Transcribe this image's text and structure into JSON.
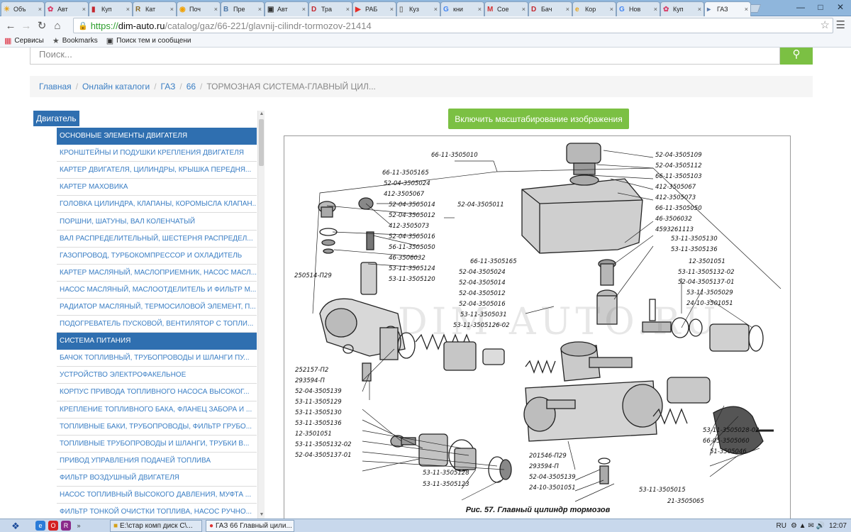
{
  "browser": {
    "tabs": [
      {
        "label": "Объ",
        "icon": "sun-icon",
        "color": "#e8a319"
      },
      {
        "label": "Авт",
        "icon": "flower-icon",
        "color": "#d83f6a"
      },
      {
        "label": "Куп",
        "icon": "pin-icon",
        "color": "#c4262e"
      },
      {
        "label": "Кат",
        "icon": "r-icon",
        "color": "#8a6b2a"
      },
      {
        "label": "Поч",
        "icon": "mail-icon",
        "color": "#f0a000"
      },
      {
        "label": "Пре",
        "icon": "vk-icon",
        "color": "#4a76a8"
      },
      {
        "label": "Авт",
        "icon": "car-icon",
        "color": "#333333"
      },
      {
        "label": "Тра",
        "icon": "d-icon",
        "color": "#c4262e"
      },
      {
        "label": "РАБ",
        "icon": "youtube-icon",
        "color": "#e52d27"
      },
      {
        "label": "Куз",
        "icon": "doc-icon",
        "color": "#777777"
      },
      {
        "label": "кни",
        "icon": "google-icon",
        "color": "#4285f4"
      },
      {
        "label": "Сое",
        "icon": "m-icon",
        "color": "#d32f2f"
      },
      {
        "label": "Бач",
        "icon": "d-icon",
        "color": "#c4262e"
      },
      {
        "label": "Кор",
        "icon": "e-icon",
        "color": "#e8a319"
      },
      {
        "label": "Нов",
        "icon": "google-icon",
        "color": "#4285f4"
      },
      {
        "label": "Куп",
        "icon": "flower-icon",
        "color": "#d83f6a"
      },
      {
        "label": "ГАЗ",
        "icon": "page-icon",
        "color": "#5577aa",
        "active": true
      }
    ],
    "url": {
      "scheme": "https://",
      "host": "dim-auto.ru",
      "path": "/catalog/gaz/66-221/glavnij-cilindr-tormozov-21414"
    },
    "bookmarks": [
      {
        "label": "Сервисы",
        "icon": "apps-icon"
      },
      {
        "label": "Bookmarks",
        "icon": "star-icon"
      },
      {
        "label": "Поиск тем и сообщени",
        "icon": "forum-icon"
      }
    ]
  },
  "page": {
    "search": {
      "placeholder": "Поиск..."
    },
    "breadcrumb": {
      "items": [
        "Главная",
        "Онлайн каталоги",
        "ГАЗ",
        "66"
      ],
      "current": "ТОРМОЗНАЯ СИСТЕМА-ГЛАВНЫЙ ЦИЛ..."
    },
    "sidebar": {
      "header": "Двигатель",
      "items": [
        {
          "label": "ОСНОВНЫЕ ЭЛЕМЕНТЫ ДВИГАТЕЛЯ",
          "section": true
        },
        {
          "label": "КРОНШТЕЙНЫ И ПОДУШКИ КРЕПЛЕНИЯ ДВИГАТЕЛЯ"
        },
        {
          "label": "КАРТЕР ДВИГАТЕЛЯ, ЦИЛИНДРЫ, КРЫШКА ПЕРЕДНЯ..."
        },
        {
          "label": "КАРТЕР МАХОВИКА"
        },
        {
          "label": "ГОЛОВКА ЦИЛИНДРА, КЛАПАНЫ, КОРОМЫСЛА КЛАПАН..."
        },
        {
          "label": "ПОРШНИ, ШАТУНЫ, ВАЛ КОЛЕНЧАТЫЙ"
        },
        {
          "label": "ВАЛ РАСПРЕДЕЛИТЕЛЬНЫЙ, ШЕСТЕРНЯ РАСПРЕДЕЛ..."
        },
        {
          "label": "ГАЗОПРОВОД, ТУРБОКОМПРЕССОР И ОХЛАДИТЕЛЬ"
        },
        {
          "label": "КАРТЕР МАСЛЯНЫЙ, МАСЛОПРИЕМНИК, НАСОС МАСЛ..."
        },
        {
          "label": "НАСОС МАСЛЯНЫЙ, МАСЛООТДЕЛИТЕЛЬ И ФИЛЬТР М..."
        },
        {
          "label": "РАДИАТОР МАСЛЯНЫЙ, ТЕРМОСИЛОВОЙ ЭЛЕМЕНТ, П..."
        },
        {
          "label": "ПОДОГРЕВАТЕЛЬ ПУСКОВОЙ, ВЕНТИЛЯТОР С ТОПЛИ..."
        },
        {
          "label": "СИСТЕМА ПИТАНИЯ",
          "section": true
        },
        {
          "label": "БАЧОК ТОПЛИВНЫЙ, ТРУБОПРОВОДЫ И ШЛАНГИ ПУ..."
        },
        {
          "label": "УСТРОЙСТВО ЭЛЕКТРОФАКЕЛЬНОЕ"
        },
        {
          "label": "КОРПУС ПРИВОДА ТОПЛИВНОГО НАСОСА ВЫСОКОГ..."
        },
        {
          "label": "КРЕПЛЕНИЕ ТОПЛИВНОГО БАКА, ФЛАНЕЦ ЗАБОРА И ..."
        },
        {
          "label": "ТОПЛИВНЫЕ БАКИ, ТРУБОПРОВОДЫ, ФИЛЬТР ГРУБО..."
        },
        {
          "label": "ТОПЛИВНЫЕ ТРУБОПРОВОДЫ И ШЛАНГИ, ТРУБКИ В..."
        },
        {
          "label": "ПРИВОД УПРАВЛЕНИЯ ПОДАЧЕЙ ТОПЛИВА"
        },
        {
          "label": "ФИЛЬТР ВОЗДУШНЫЙ ДВИГАТЕЛЯ"
        },
        {
          "label": "НАСОС ТОПЛИВНЫЙ ВЫСОКОГО ДАВЛЕНИЯ, МУФТА ..."
        },
        {
          "label": "ФИЛЬТР ТОНКОЙ ОЧИСТКИ ТОПЛИВА, НАСОС РУЧНО..."
        }
      ]
    },
    "zoom_button": "Включить масштабирование изображения",
    "diagram": {
      "caption": "Рис. 57.  Главный цилиндр тормозов",
      "watermark": "DIM-AUTO.RU",
      "labels": [
        "66-11-3505010",
        "66-11-3505165",
        "52-04-3505024",
        "412-3505067",
        "52-04-3505014",
        "52-04-3505011",
        "52-04-3505012",
        "412-3505073",
        "52-04-3505016",
        "56-11-3505050",
        "46-3506032",
        "53-11-3505124",
        "53-11-3505120",
        "250514-П29",
        "66-11-3505165",
        "52-04-3505024",
        "52-04-3505014",
        "52-04-3505012",
        "52-04-3505016",
        "53-11-3505031",
        "53-11-3505126-02",
        "52-04-3505109",
        "52-04-3505112",
        "66-11-3505103",
        "412-3505067",
        "412-3505073",
        "66-11-3505050",
        "46-3506032",
        "4593261113",
        "53-11-3505130",
        "53-11-3505136",
        "12-3501051",
        "53-11-3505132-02",
        "52-04-3505137-01",
        "53-11-3505029",
        "24-10-3501051",
        "252157-П2",
        "293594-П",
        "52-04-3505139",
        "53-11-3505129",
        "53-11-3505130",
        "53-11-3505136",
        "12-3501051",
        "53-11-3505132-02",
        "52-04-3505137-01",
        "53-11-3505128",
        "53-11-3505123",
        "201546-П29",
        "293594-П",
        "52-04-3505139",
        "24-10-3501051",
        "53-11-3505028-02",
        "66-05-3505060",
        "51-3505046",
        "53-11-3505015",
        "21-3505065"
      ]
    }
  },
  "taskbar": {
    "tasks": [
      {
        "label": "E:\\стар комп диск С\\..."
      },
      {
        "label": "ГАЗ 66 Главный цили...",
        "active": true
      }
    ],
    "tray": {
      "lang": "RU",
      "time": "12:07"
    }
  }
}
